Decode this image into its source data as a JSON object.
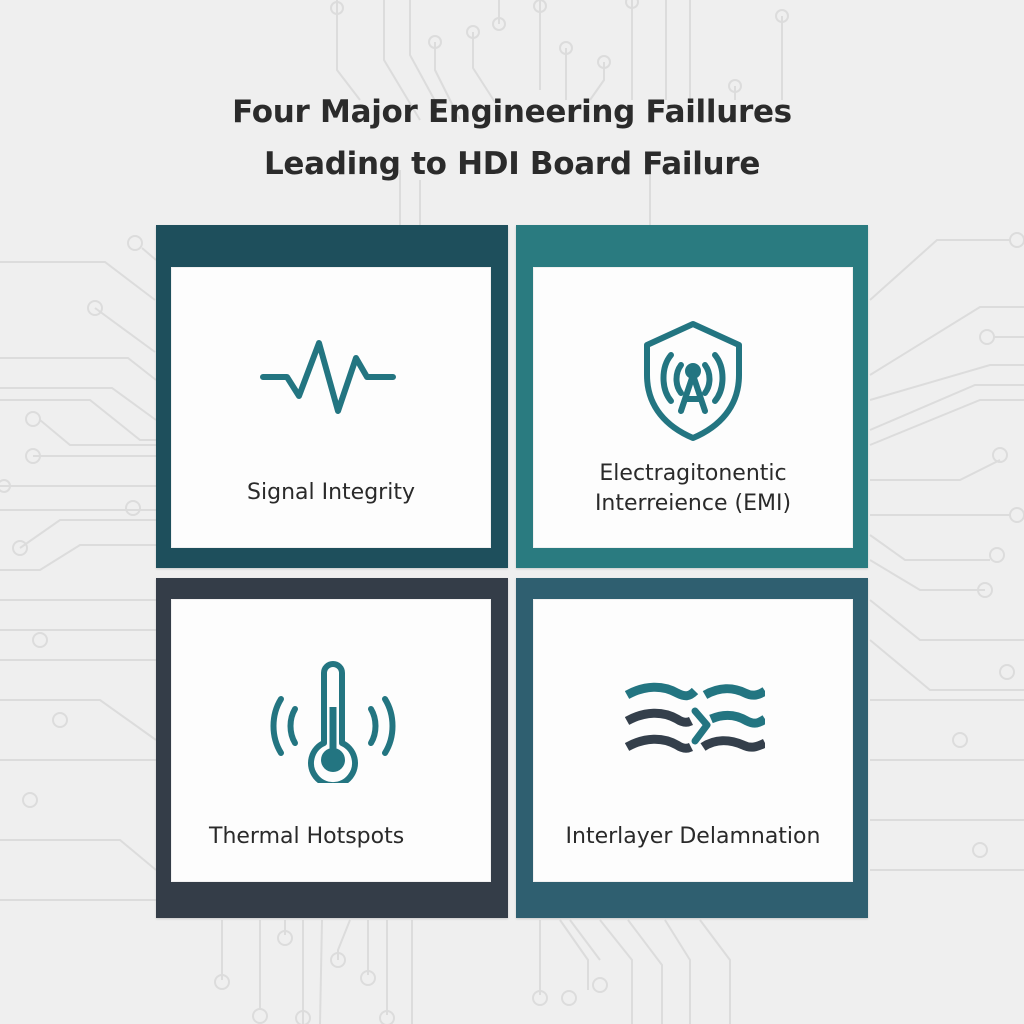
{
  "title": {
    "line1": "Four Major Engineering Faillures",
    "line2": "Leading to HDI Board Failure"
  },
  "colors": {
    "background": "#efefef",
    "circuit_lines": "#dedede",
    "icon_teal": "#237581",
    "icon_dark": "#343f4b",
    "title_text": "#2b2b2b",
    "label_text": "#2a2a2a"
  },
  "cards": [
    {
      "id": "signal-integrity",
      "label_lines": [
        "Signal Integrity"
      ],
      "icon": "pulse-waveform-icon",
      "frame_color": "#1e4f5c"
    },
    {
      "id": "emi",
      "label_lines": [
        "Electragitonentic",
        "Interreience (EMI)"
      ],
      "icon": "shield-antenna-icon",
      "frame_color": "#2a7b80"
    },
    {
      "id": "thermal-hotspots",
      "label_lines": [
        "Thermal Hotspots"
      ],
      "icon": "thermometer-heat-icon",
      "frame_color": "#343d48"
    },
    {
      "id": "interlayer-delamination",
      "label_lines": [
        "Interlayer Delamnation"
      ],
      "icon": "layered-waves-split-icon",
      "frame_color": "#2f5f70"
    }
  ]
}
